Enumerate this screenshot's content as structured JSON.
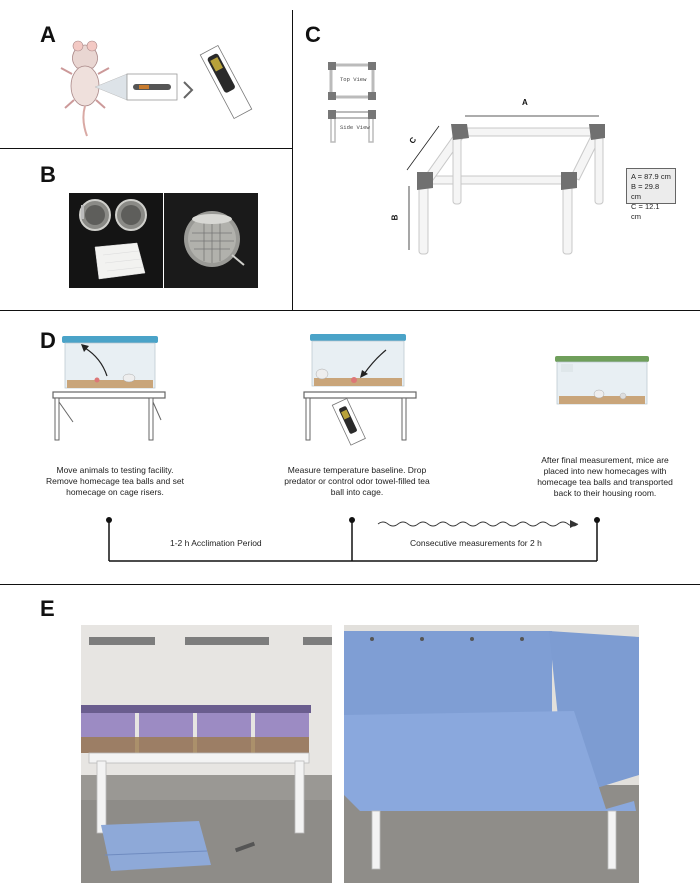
{
  "panels": {
    "a": "A",
    "b": "B",
    "c": "C",
    "d": "D",
    "e": "E"
  },
  "panel_c": {
    "top_view_label": "Top View",
    "side_view_label": "Side View",
    "dim_a": "A",
    "dim_b": "B",
    "dim_c": "C",
    "dimensions": [
      "A = 87.9 cm",
      "B = 29.8 cm",
      "C = 12.1 cm"
    ]
  },
  "panel_d": {
    "step1": "Move animals to testing facility. Remove homecage tea balls and set homecage on cage risers.",
    "step2": "Measure temperature baseline. Drop predator or control odor towel-filled tea ball into cage.",
    "step3": "After final measurement, mice are placed into new homecages with homecage tea balls and transported back to their housing room.",
    "timeline_1": "1-2 h  Acclimation Period",
    "timeline_2": "Consecutive measurements for 2 h"
  },
  "colors": {
    "cage_lid_blue": "#4aa3c8",
    "cage_lid_green": "#6f9f5b",
    "riser_gray": "#777777",
    "towel_blue": "#8ea9d8"
  }
}
